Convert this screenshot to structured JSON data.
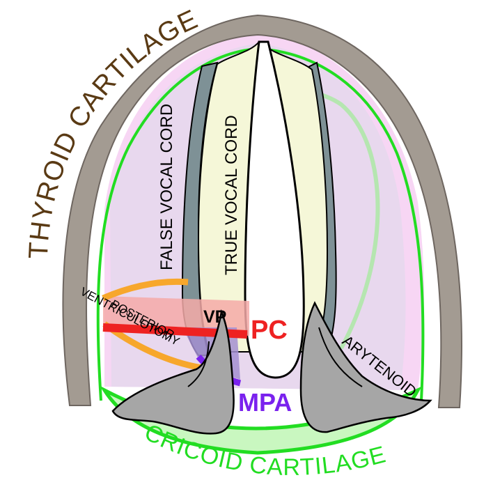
{
  "labels": {
    "thyroid": "THYROID CARTILAGE",
    "false_cord": "FALSE VOCAL CORD",
    "true_cord": "TRUE VOCAL CORD",
    "posterior": "POSTERIOR",
    "ventriculotomy": "VENTRICULOTOMY",
    "vp": "VP",
    "pc": "PC",
    "mpa": "MPA",
    "arytenoid": "ARYTENOID",
    "cricoid": "CRICOID CARTILAGE"
  },
  "colors": {
    "thyroid_label": "#5a3a14",
    "thyroid_cartilage": "#a39b92",
    "cricoid": "#22dd22",
    "cricoid_fill": "#c9f7c0",
    "lavender": "#e8d8ee",
    "pink": "#f7d6f4",
    "true_cord": "#f5f7d8",
    "cord_edge": "#7e9196",
    "arytenoid": "#a6a6a6",
    "incision": "#f7a72c",
    "vp_zone": "#f4aaa8",
    "pc_line": "#ee2222",
    "mpa": "#7a22ee",
    "mpa_zone": "#a38fd1"
  }
}
